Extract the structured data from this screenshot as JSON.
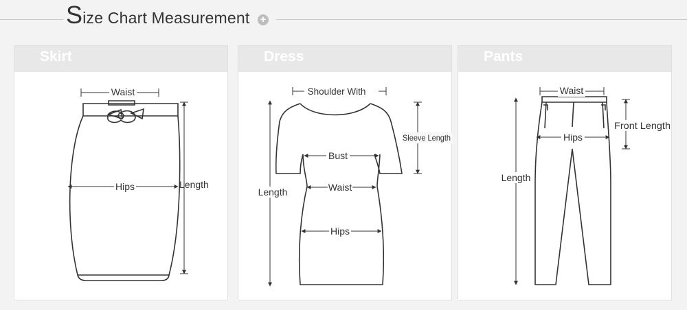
{
  "header": {
    "title_initial": "S",
    "title_rest": "ize Chart Measurement",
    "plus_symbol": "+"
  },
  "panels": [
    {
      "title": "Skirt",
      "labels": {
        "waist": "Waist",
        "hips": "Hips",
        "length": "Length"
      }
    },
    {
      "title": "Dress",
      "labels": {
        "shoulder": "Shoulder With",
        "sleeve": "Sleeve Length",
        "bust": "Bust",
        "length": "Length",
        "waist": "Waist",
        "hips": "Hips"
      }
    },
    {
      "title": "Pants",
      "labels": {
        "waist": "Waist",
        "front_length": "Front Length",
        "hips": "Hips",
        "length": "Length"
      }
    }
  ]
}
